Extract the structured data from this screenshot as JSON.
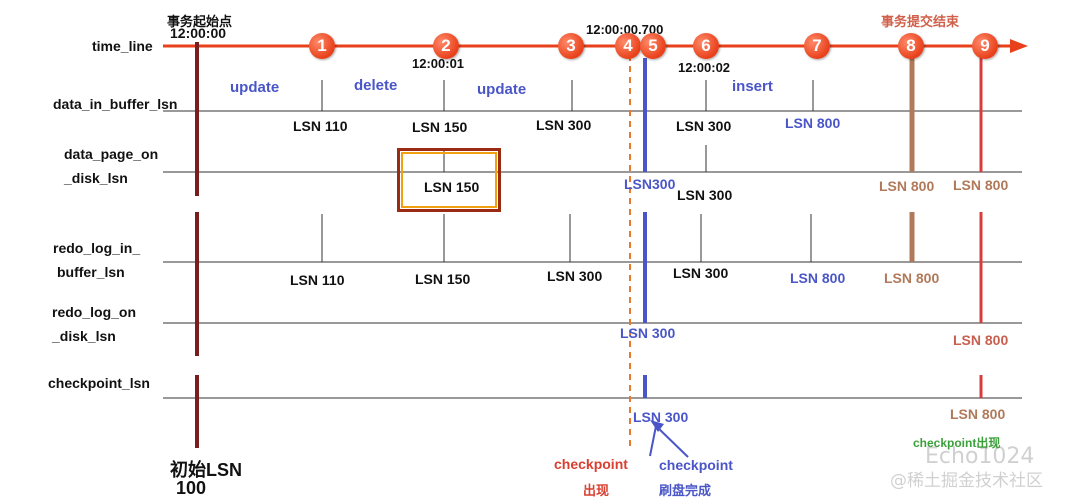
{
  "colors": {
    "timeline": "#e8401a",
    "start_bar": "#7a1d1d",
    "checkpoint_dash": "#e87a30",
    "blue": "#4a56c8",
    "brown": "#b07a5a",
    "red": "#d93c3c",
    "grid": "#333333"
  },
  "timeline": {
    "axis_label": "time_line",
    "start_label": "事务起始点",
    "start_time": "12:00:00",
    "end_label": "事务提交结束",
    "events": [
      "1",
      "2",
      "3",
      "4",
      "5",
      "6",
      "7",
      "8",
      "9"
    ],
    "times": {
      "t2": "12:00:01",
      "t45": "12:00:00.700",
      "t6": "12:00:02"
    }
  },
  "rows": {
    "data_in_buffer": "data_in_buffer_lsn",
    "data_page_on_disk_1": "data_page_on",
    "data_page_on_disk_2": "_disk_lsn",
    "redo_log_in_buffer_1": "redo_log_in_",
    "redo_log_in_buffer_2": "buffer_lsn",
    "redo_log_on_disk_1": "redo_log_on",
    "redo_log_on_disk_2": "_disk_lsn",
    "checkpoint": "checkpoint_lsn"
  },
  "operations": [
    "update",
    "delete",
    "update",
    "insert"
  ],
  "lsn_values": {
    "buf_110": "LSN 110",
    "buf_150": "LSN 150",
    "buf_300": "LSN 300",
    "buf_300b": "LSN 300",
    "buf_800": "LSN 800",
    "disk_150": "LSN 150",
    "disk_300a": "LSN300",
    "disk_300b": "LSN 300",
    "disk_800a": "LSN 800",
    "disk_800b": "LSN 800",
    "rlb_110": "LSN 110",
    "rlb_150": "LSN 150",
    "rlb_300": "LSN 300",
    "rlb_300b": "LSN 300",
    "rlb_800a": "LSN 800",
    "rlb_800b": "LSN 800",
    "rld_300": "LSN 300",
    "rld_800": "LSN 800",
    "cp_300": "LSN 300",
    "cp_800": "LSN 800"
  },
  "initial": {
    "line1": "初始LSN",
    "line2": "100"
  },
  "annotations": {
    "cp_appear_1": "checkpoint",
    "cp_appear_2": "出现",
    "cp_flush_1": "checkpoint",
    "cp_flush_2": "刷盘完成",
    "cp_appear_green": "checkpoint出现"
  },
  "watermark": {
    "line1": "Echo1024",
    "line2": "@稀土掘金技术社区"
  }
}
